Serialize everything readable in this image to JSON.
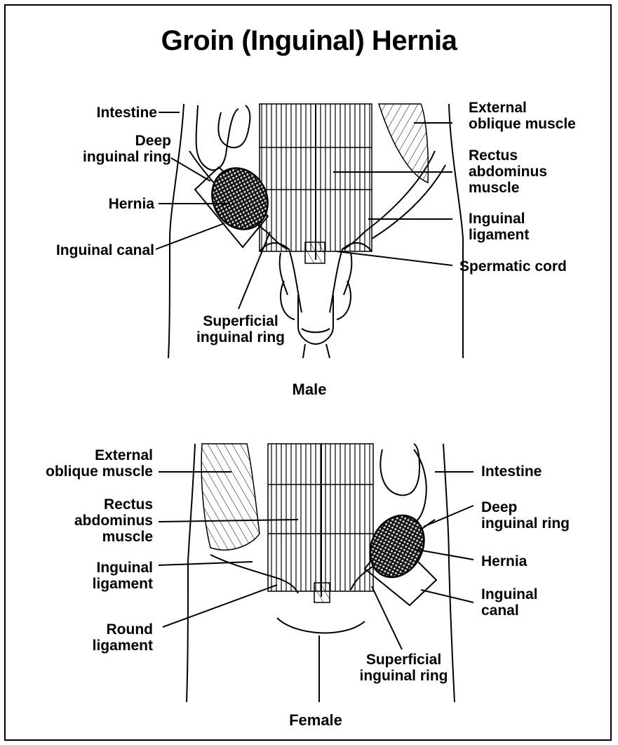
{
  "title": "Groin (Inguinal) Hernia",
  "male": {
    "caption": "Male",
    "labels": {
      "intestine": "Intestine",
      "deep_ring": "Deep\ninguinal ring",
      "hernia": "Hernia",
      "canal": "Inguinal canal",
      "superficial_ring": "Superficial\ninguinal ring",
      "external_oblique": "External\noblique muscle",
      "rectus": "Rectus\nabdominus\nmuscle",
      "ligament": "Inguinal\nligament",
      "spermatic_cord": "Spermatic cord"
    }
  },
  "female": {
    "caption": "Female",
    "labels": {
      "external_oblique": "External\noblique muscle",
      "rectus": "Rectus\nabdominus\nmuscle",
      "ligament": "Inguinal\nligament",
      "round_ligament": "Round\nligament",
      "intestine": "Intestine",
      "deep_ring": "Deep\ninguinal ring",
      "hernia": "Hernia",
      "canal": "Inguinal\ncanal",
      "superficial_ring": "Superficial\ninguinal ring"
    }
  }
}
